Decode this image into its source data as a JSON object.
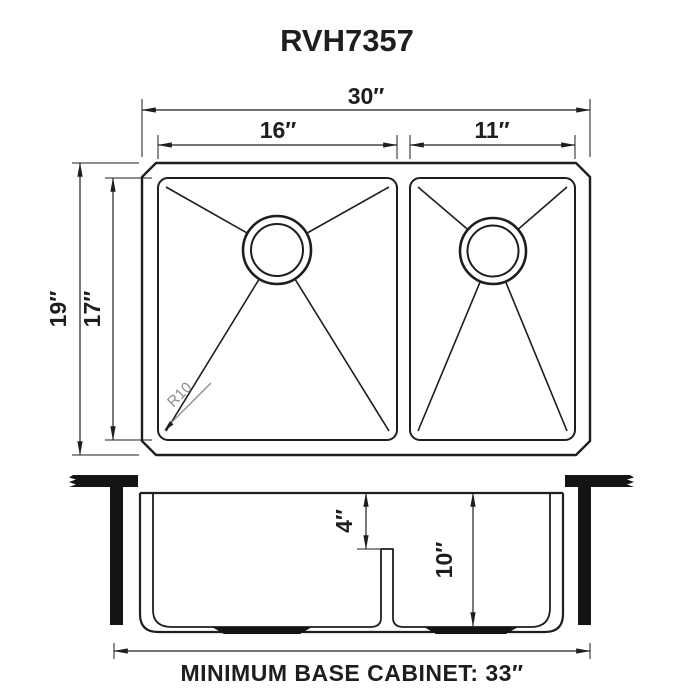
{
  "title": "RVH7357",
  "colors": {
    "line": "#1e1e1e",
    "annotation_gray": "#8c8c8c",
    "solid_fill": "#141414",
    "background": "#ffffff"
  },
  "top_view": {
    "overall_width": "30″",
    "left_bowl_width": "16″",
    "right_bowl_width": "11″",
    "overall_depth": "19″",
    "bowl_depth": "17″",
    "corner_radius": "R10"
  },
  "side_view": {
    "divider_height": "4″",
    "bowl_depth": "10″",
    "base_cabinet_note": "MINIMUM BASE CABINET: 33″"
  }
}
